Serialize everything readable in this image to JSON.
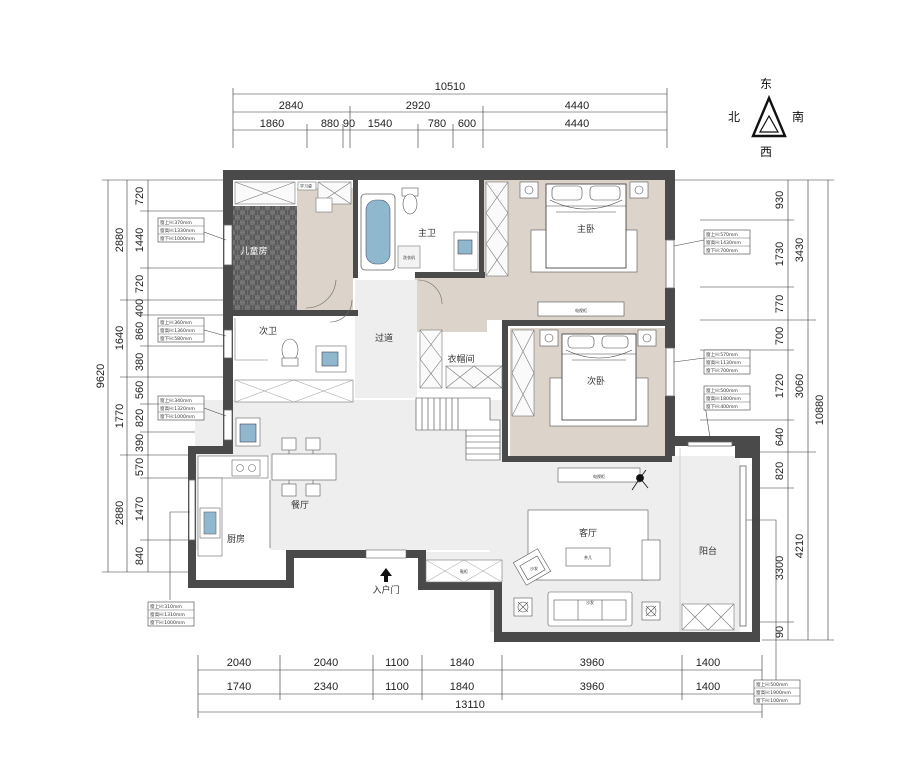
{
  "compass": {
    "north": "北",
    "east": "东",
    "south": "南",
    "west": "西"
  },
  "dims": {
    "top_total": "10510",
    "top_row1": [
      "2840",
      "2920",
      "4440"
    ],
    "top_row2": [
      "1860",
      "880",
      "90",
      "1540",
      "780",
      "600",
      "4440"
    ],
    "bottom_row1": [
      "2040",
      "2040",
      "1100",
      "1840",
      "3960",
      "1400"
    ],
    "bottom_row2": [
      "1740",
      "2340",
      "1100",
      "1840",
      "3960",
      "1400"
    ],
    "bottom_total": "13110",
    "left_total": "9620",
    "left_row1": [
      "2880",
      "1640",
      "1770",
      "2880"
    ],
    "left_row2": [
      "720",
      "1440",
      "720",
      "400",
      "860",
      "380",
      "560",
      "820",
      "390",
      "570",
      "1470",
      "840"
    ],
    "right_total": "10880",
    "right_row1": [
      "3430",
      "3060",
      "4210"
    ],
    "right_row2": [
      "930",
      "1730",
      "770",
      "700",
      "1720",
      "640",
      "820",
      "3300",
      "90"
    ]
  },
  "rooms": {
    "child_room": "儿童房",
    "master_bath": "主卫",
    "master_bed": "主卧",
    "second_bath": "次卫",
    "corridor": "过道",
    "cloakroom": "衣帽间",
    "second_bed": "次卧",
    "dining": "餐厅",
    "kitchen": "厨房",
    "living": "客厅",
    "balcony": "阳台",
    "entrance": "入户门"
  },
  "fixtures": {
    "desk": "学习桌",
    "tv_cabinet_1": "电视柜",
    "tv_cabinet_2": "电视柜",
    "sofa_main": "沙发",
    "sofa_single": "沙发",
    "coffee_table": "茶几",
    "shoe_cabinet": "鞋柜",
    "laundry": "洗衣机"
  },
  "window_notes": {
    "child": [
      "窗上H:370mm",
      "窗高H:1330mm",
      "窗下H:1000mm"
    ],
    "bath2": [
      "窗上H:360mm",
      "窗高H:1360mm",
      "窗下H:580mm"
    ],
    "left_mid": [
      "窗上H:340mm",
      "窗高H:1320mm",
      "窗下H:1000mm"
    ],
    "kitchen": [
      "窗上H:310mm",
      "窗高H:1310mm",
      "窗下H:1000mm"
    ],
    "master": [
      "窗上H:570mm",
      "窗高H:1430mm",
      "窗下H:700mm"
    ],
    "second": [
      "窗上H:570mm",
      "窗高H:1130mm",
      "窗下H:700mm"
    ],
    "balcony_top": [
      "窗上H:500mm",
      "窗高H:1800mm",
      "窗下H:400mm"
    ],
    "balcony_bottom": [
      "窗上H:500mm",
      "窗高H:1900mm",
      "窗下H:100mm"
    ]
  }
}
